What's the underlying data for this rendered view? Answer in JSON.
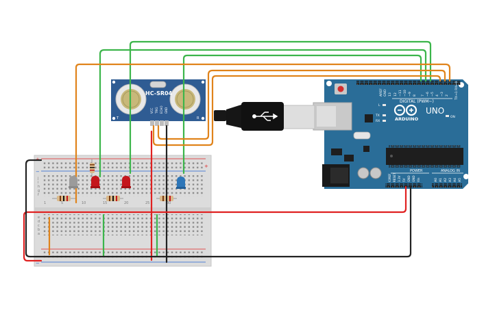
{
  "sensor": {
    "label": "HC-SR04",
    "pin_labels": [
      "VCC",
      "TRIG",
      "ECHO",
      "GND"
    ],
    "corner_left": "T",
    "corner_right": "R"
  },
  "arduino": {
    "brand": "ARDUINO",
    "model": "UNO",
    "digital_label": "DIGITAL (PWM~)",
    "power_label": "POWER",
    "analog_label": "ANALOG IN",
    "tx_rx": "TX→1 RX←0",
    "on_label": "ON",
    "l_label": "L",
    "tx_label": "TX",
    "rx_label": "RX",
    "aref": "AREF",
    "gnd": "GND",
    "digital_pins": [
      "13",
      "12",
      "~11",
      "~10",
      "~9",
      "8",
      "7",
      "~6",
      "~5",
      "4",
      "~3",
      "2"
    ],
    "power_pins": [
      "IOREF",
      "RESET",
      "3.3V",
      "5V",
      "GND",
      "GND",
      "Vin"
    ],
    "analog_pins": [
      "A0",
      "A1",
      "A2",
      "A3",
      "A4",
      "A5"
    ]
  },
  "breadboard": {
    "rows_top": [
      "j",
      "i",
      "h",
      "g",
      "f"
    ],
    "rows_bottom": [
      "e",
      "d",
      "c",
      "b",
      "a"
    ],
    "col_labels": [
      "1",
      "5",
      "10",
      "15",
      "20",
      "25",
      "30"
    ]
  },
  "colors": {
    "wire_green": "#3bb54a",
    "wire_orange": "#e0831a",
    "wire_red": "#e02020",
    "wire_black": "#222222",
    "arduino_blue": "#2a6d98",
    "sensor_blue": "#2f5c93",
    "led_red": "#c4161c",
    "led_gray": "#9b9b9b",
    "led_blue": "#2d76b8"
  }
}
